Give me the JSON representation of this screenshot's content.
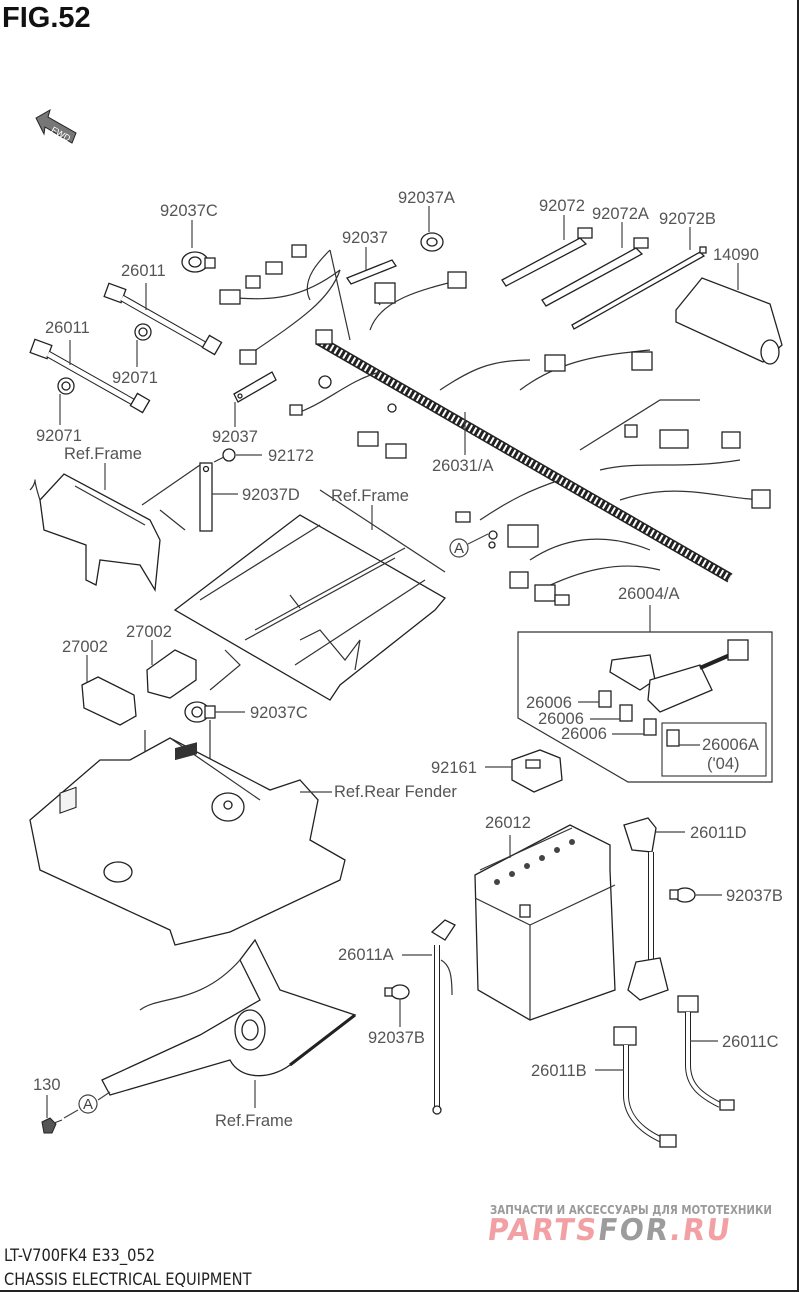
{
  "figure": {
    "title": "FIG.52",
    "forward_indicator": "FWD",
    "model_code": "LT-V700FK4 E33_052",
    "section_title": "CHASSIS ELECTRICAL EQUIPMENT"
  },
  "watermark": {
    "tagline": "ЗАПЧАСТИ И АКСЕССУАРЫ ДЛЯ МОТОТЕХНИКИ",
    "logo_part1": "PARTS",
    "logo_part2": "FOR",
    "logo_part3": ".RU",
    "colors": {
      "pink": "#f2a0a4",
      "gray": "#9c9c9c"
    }
  },
  "parts": [
    {
      "id": "p1",
      "number": "92037C"
    },
    {
      "id": "p2",
      "number": "92037A"
    },
    {
      "id": "p3",
      "number": "92037"
    },
    {
      "id": "p4",
      "number": "92072"
    },
    {
      "id": "p5",
      "number": "92072A"
    },
    {
      "id": "p6",
      "number": "92072B"
    },
    {
      "id": "p7",
      "number": "14090"
    },
    {
      "id": "p8",
      "number": "26011"
    },
    {
      "id": "p9",
      "number": "26011"
    },
    {
      "id": "p10",
      "number": "92071"
    },
    {
      "id": "p11",
      "number": "92071"
    },
    {
      "id": "p12",
      "number": "92037"
    },
    {
      "id": "p13",
      "number": "92172"
    },
    {
      "id": "p14",
      "number": "26031/A"
    },
    {
      "id": "p15",
      "number": "92037D"
    },
    {
      "id": "p16",
      "number": "Ref.Frame"
    },
    {
      "id": "p17",
      "number": "Ref.Frame"
    },
    {
      "id": "p18",
      "number": "26004/A"
    },
    {
      "id": "p19",
      "number": "27002"
    },
    {
      "id": "p20",
      "number": "27002"
    },
    {
      "id": "p21",
      "number": "92037C"
    },
    {
      "id": "p22",
      "number": "26006"
    },
    {
      "id": "p23",
      "number": "26006"
    },
    {
      "id": "p24",
      "number": "26006"
    },
    {
      "id": "p25",
      "number": "26006A"
    },
    {
      "id": "p26",
      "number": "('04)"
    },
    {
      "id": "p27",
      "number": "92161"
    },
    {
      "id": "p28",
      "number": "Ref.Rear Fender"
    },
    {
      "id": "p29",
      "number": "26012"
    },
    {
      "id": "p30",
      "number": "26011D"
    },
    {
      "id": "p31",
      "number": "92037B"
    },
    {
      "id": "p32",
      "number": "26011A"
    },
    {
      "id": "p33",
      "number": "92037B"
    },
    {
      "id": "p34",
      "number": "26011C"
    },
    {
      "id": "p35",
      "number": "26011B"
    },
    {
      "id": "p36",
      "number": "130"
    },
    {
      "id": "p37",
      "number": "Ref.Frame"
    }
  ],
  "callouts": {
    "connection_marker": "A"
  }
}
